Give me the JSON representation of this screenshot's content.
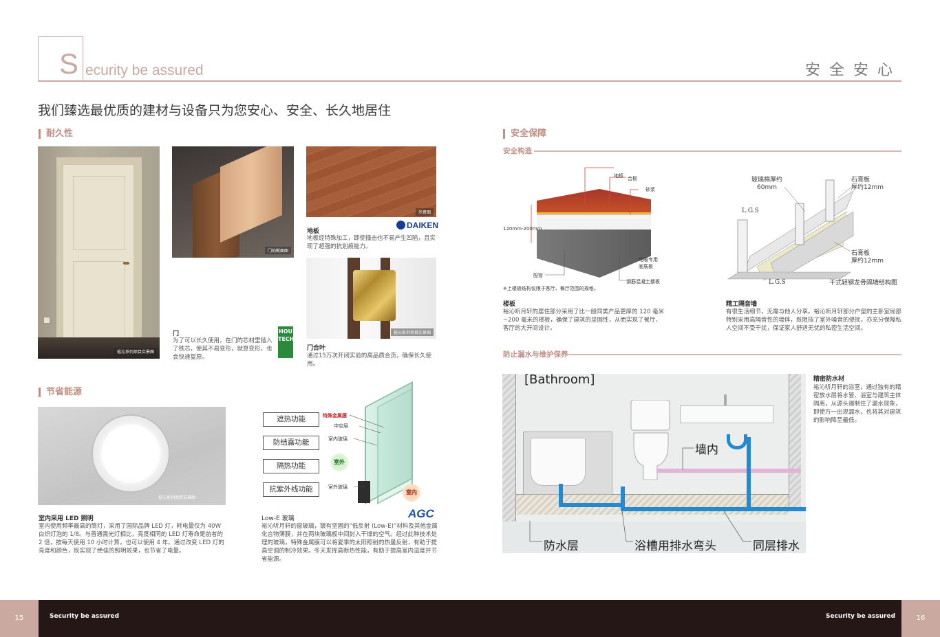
{
  "header": {
    "logo_letter": "S",
    "logo_rest": "ecurity be assured",
    "right_title": "安全安心",
    "tagline": "我们臻选最优质的建材与设备只为您安心、安全、长久地居住"
  },
  "durability": {
    "heading": "耐久性",
    "door_tag": "裕沁系列项目实景图",
    "wood_tag": "门的断面图",
    "floor_tag": "示意图",
    "door_title": "门",
    "door_text": "为了可以长久使用，在门的芯材里插入了铁芯，使其不易变形，就算变形，也会快速复原。",
    "houtech_logo": "HOU TECH",
    "floor_title": "地板",
    "floor_text": "地板经特殊加工，即使撞击也不易产生凹陷，且实现了超强的抗划痕能力。",
    "daiken_logo": "DAIKEN",
    "hinge_tag": "裕沁系列项目实景图",
    "hinge_title": "门合叶",
    "hinge_text": "通过15万次开闭实验的高品质合页，确保长久使用。"
  },
  "energy": {
    "heading": "节省能源",
    "led_tag": "裕沁系列项目实景图",
    "led_title": "室内采用 LED 照明",
    "led_text": "室内使用频率最高的筒灯，采用了国际品牌 LED 灯，耗电量仅为 40W 白炽灯泡的 1/8。与普通需光灯相比，亮度相同的 LED 灯寿命是前者的 2 倍，按每天使用 10 小时计算，也可以使用 4 年。通过改变 LED 灯的亮度和颜色，既实现了绝佳的照明效果，也节省了电量。",
    "functions": [
      "遮热功能",
      "防结露功能",
      "隔热功能",
      "抗紫外线功能"
    ],
    "glass_labels": {
      "metal": "特殊金属膜",
      "hollow": "中空层",
      "inner_glass": "室内玻璃",
      "outer_glass": "室外玻璃",
      "outside": "室外",
      "inside": "室内"
    },
    "lowe_title": "Low-E 玻璃",
    "lowe_text": "裕沁听月轩的窗玻璃，镀有坚固的“低反射 (Low-E)”材料及其他金属化合物薄膜，并在两块玻璃板中间封入干燥的空气。经过此种技术处理的玻璃，特殊金属膜可以将夏季的太阳照射的热量反射，有助于提高空调的制冷效果。冬天发挥高断热性能，有助于提高室内温度并节省能源。",
    "agc_logo": "AGC"
  },
  "safety": {
    "heading": "安全保障",
    "structure_sub": "安全构造",
    "slab_labels": {
      "floor": "地板",
      "plywood": "合板",
      "mortar": "砂浆",
      "thickness": "120mm-200mm",
      "heating_board": "地暖专用\n底筋板",
      "pipe": "配管",
      "concrete": "钢筋混凝土楼板"
    },
    "slab_note": "※上楼板结构仅限于客厅、餐厅范围的规格。",
    "slab_title": "楼板",
    "slab_text": "裕沁听月轩的居住部分采用了比一般同类产品更厚的 120 毫米~200 毫米的楼板，确保了建筑的坚固性，从而实现了餐厅、客厅的大开间设计。",
    "wall_labels": {
      "glass_wool": "玻璃棉厚约\n60mm",
      "gypsum_top": "石膏板\n厚约12mm",
      "lgs_top": "L.G.S",
      "gypsum_bottom": "石膏板\n厚约12mm",
      "lgs_bottom": "L.G.S",
      "caption": "干式轻钢龙骨隔墙结构图"
    },
    "wall_title": "精工隔音墙",
    "wall_text": "有很生活细节，无需与他人分享。裕沁听月轩部分户型的主卧室局部特别采用高隔音性的墙体，既阻挡了室外噪音的侵扰，亦充分保障私人空间不受干扰，保证家人舒适无忧的私密生活空间。",
    "leak_sub": "防止漏水与维护保养",
    "bath_labels": {
      "room": "[Bathroom]",
      "wall_inside": "墙内",
      "waterproof": "防水层",
      "elbow": "浴槽用排水弯头",
      "same_floor": "同层排水"
    },
    "waterproof_title": "精密防水材",
    "waterproof_text": "裕沁听月轩的浴室，通过独有的精密放水层将水管、浴室与建筑主体隔离，从源头遏制住了漏水现象，即使万一出现漏水，也将其对建筑的影响降至最低。"
  },
  "footer": {
    "left_page": "15",
    "left_text": "Security be assured",
    "right_text": "Security be assured",
    "right_page": "16"
  },
  "colors": {
    "accent": "#bf8f85",
    "footer_dark": "#241716",
    "footer_page": "#c9a9a0"
  }
}
